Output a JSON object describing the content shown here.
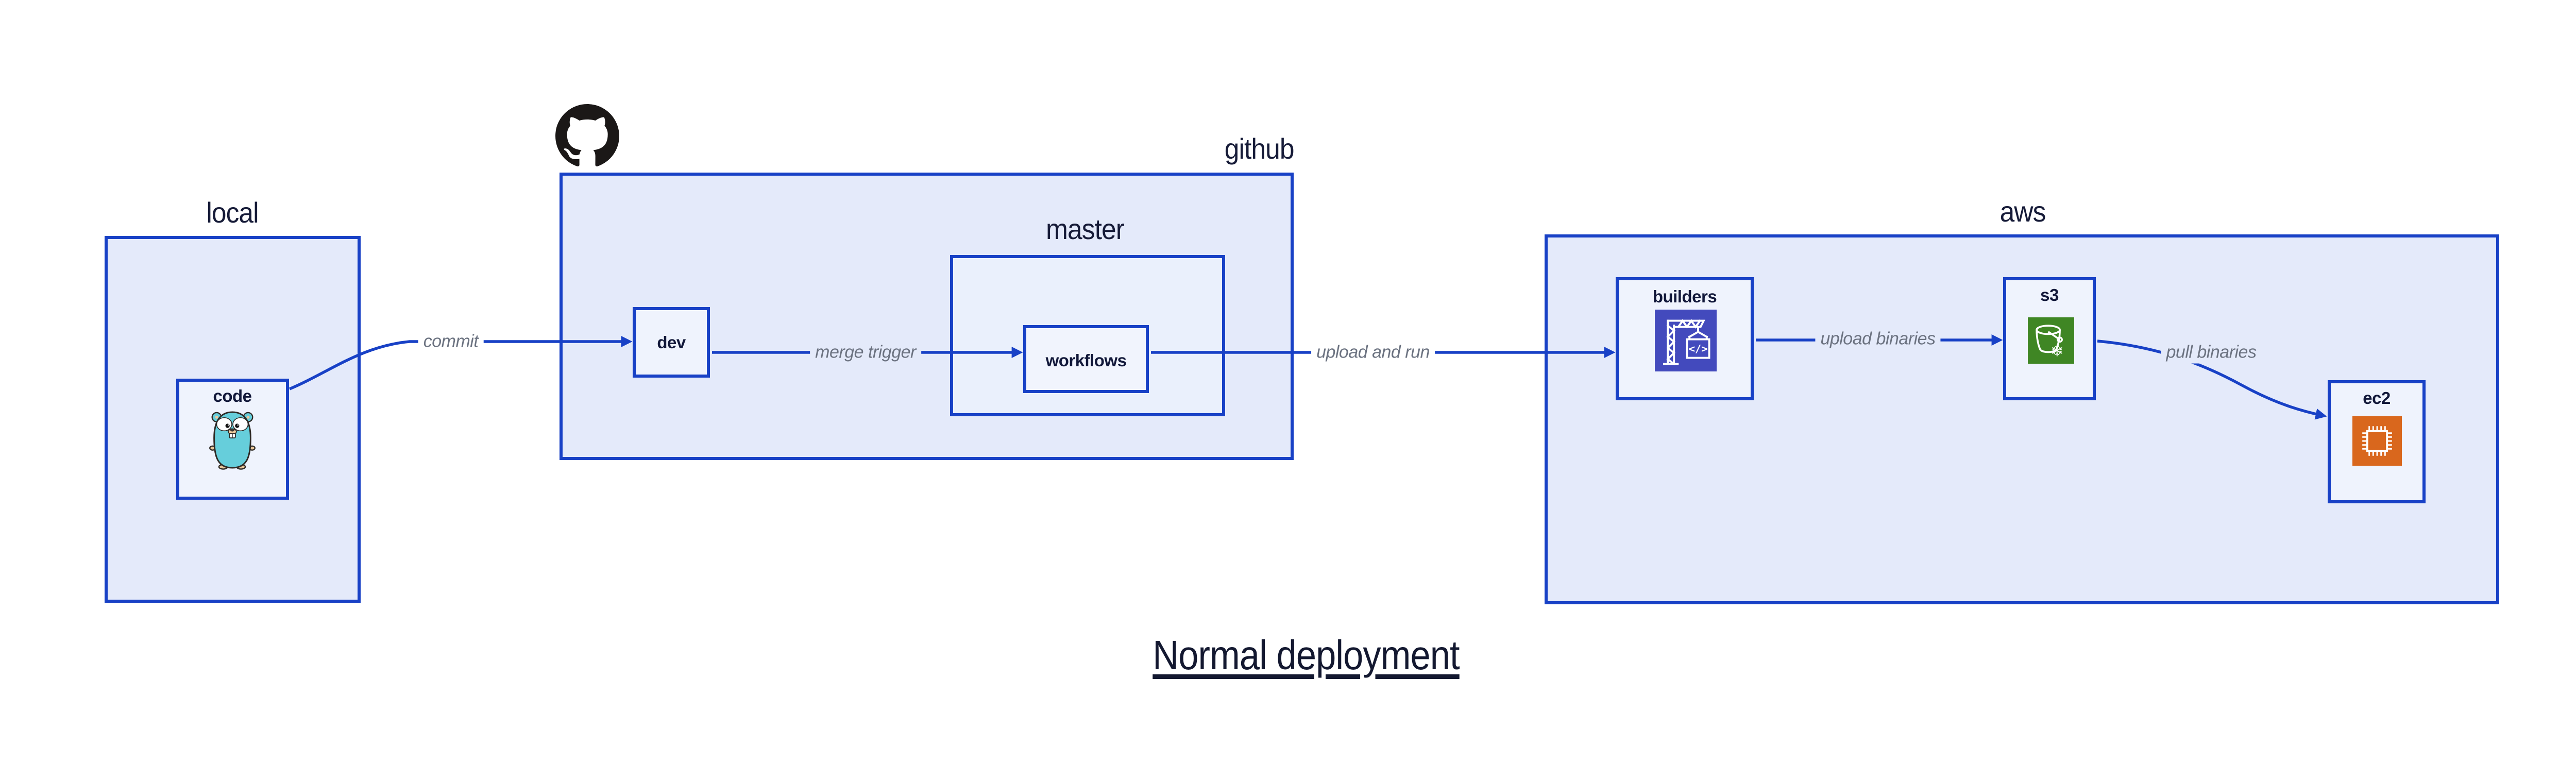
{
  "page": {
    "title": "Normal deployment",
    "background": "#FFFFFF"
  },
  "colors": {
    "stroke_blue": "#1841C6",
    "group_fill": "#E4EAFA",
    "master_fill": "#EAF0FC",
    "node_fill": "#EFF3FD",
    "label_navy": "#161B38",
    "edge_label_gray": "#6B7280",
    "codebuild_indigo": "#434ABD",
    "s3_green": "#3F8624",
    "ec2_orange": "#D9671D",
    "github_black": "#1B1817",
    "gopher_teal": "#66CEDB"
  },
  "groups": [
    {
      "id": "local",
      "label": "local"
    },
    {
      "id": "github",
      "label": "github"
    },
    {
      "id": "master",
      "label": "master"
    },
    {
      "id": "aws",
      "label": "aws"
    }
  ],
  "nodes": [
    {
      "id": "code",
      "label": "code",
      "icon": "go-gopher-icon"
    },
    {
      "id": "dev",
      "label": "dev",
      "icon": ""
    },
    {
      "id": "workflows",
      "label": "workflows",
      "icon": ""
    },
    {
      "id": "builders",
      "label": "builders",
      "icon": "aws-codebuild-icon"
    },
    {
      "id": "s3",
      "label": "s3",
      "icon": "aws-s3-icon"
    },
    {
      "id": "ec2",
      "label": "ec2",
      "icon": "aws-ec2-icon"
    }
  ],
  "edges": [
    {
      "from": "code",
      "to": "dev",
      "label": "commit"
    },
    {
      "from": "dev",
      "to": "workflows",
      "label": "merge trigger"
    },
    {
      "from": "workflows",
      "to": "builders",
      "label": "upload and run"
    },
    {
      "from": "builders",
      "to": "s3",
      "label": "upload binaries"
    },
    {
      "from": "s3",
      "to": "ec2",
      "label": "pull binaries"
    }
  ],
  "icons": {
    "github_logo_icon": "octocat mark",
    "go_gopher_icon": "go gopher mascot",
    "aws_codebuild_icon": "crane holding code panel",
    "aws_s3_icon": "bucket with snowflake",
    "aws_ec2_icon": "cpu chip",
    "code_glyph": "</>",
    "snowflake_glyph": "❄"
  }
}
